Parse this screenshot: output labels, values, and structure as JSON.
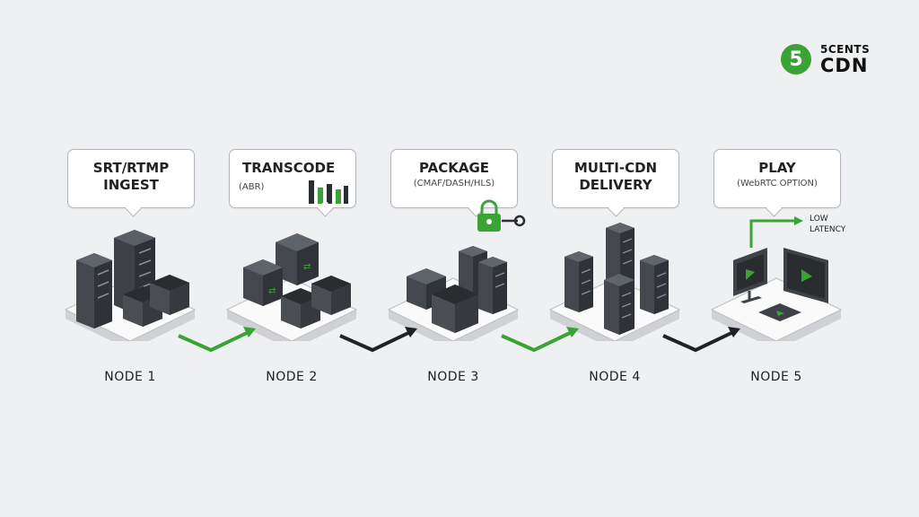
{
  "brand": {
    "badge": "5",
    "line1": "5CENTS",
    "line2": "CDN"
  },
  "nodes": [
    {
      "title": "SRT/RTMP\nINGEST",
      "subtitle": "",
      "label": "NODE 1"
    },
    {
      "title": "TRANSCODE",
      "subtitle": "(ABR)",
      "label": "NODE 2"
    },
    {
      "title": "PACKAGE",
      "subtitle": "(CMAF/DASH/HLS)",
      "label": "NODE 3"
    },
    {
      "title": "MULTI-CDN\nDELIVERY",
      "subtitle": "",
      "label": "NODE 4"
    },
    {
      "title": "PLAY",
      "subtitle": "(WebRTC OPTION)",
      "label": "NODE 5"
    }
  ],
  "latency_note": "LOW\nLATENCY",
  "colors": {
    "accent_green": "#3aa335",
    "arrow_dark": "#1f2326",
    "server_dark": "#3e4247",
    "platform": "#f7f7f7"
  },
  "icons": [
    "server-rack-icon",
    "bar-chart-icon",
    "padlock-key-icon",
    "monitor-play-icon",
    "flow-arrow-icon"
  ]
}
